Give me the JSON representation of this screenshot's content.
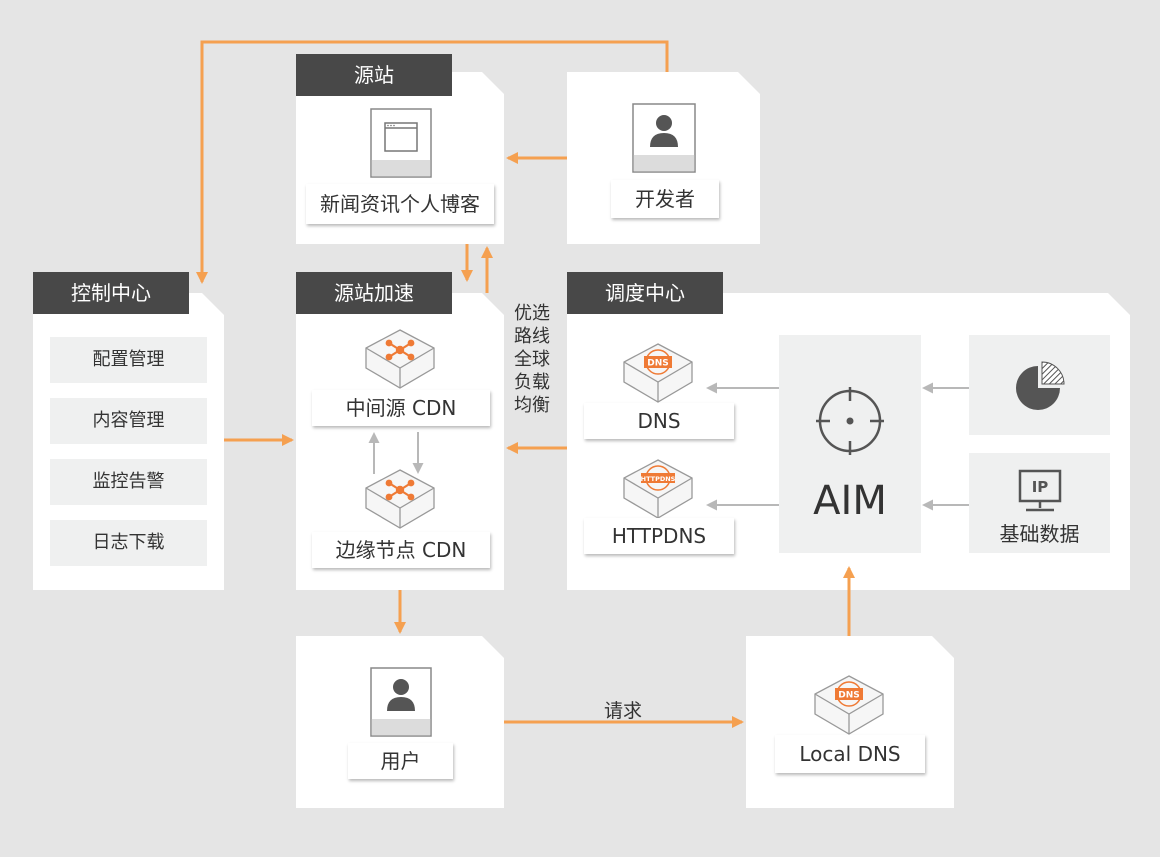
{
  "colors": {
    "arrow_orange": "#f5a050",
    "arrow_gray": "#b8b8b8",
    "tag_bg": "#484848",
    "icon_orange": "#ef7a35"
  },
  "origin": {
    "tag": "源站",
    "site_label": "新闻资讯个人博客",
    "icon": "browser-window-icon"
  },
  "developer": {
    "label": "开发者",
    "icon": "user-avatar-icon"
  },
  "control_center": {
    "tag": "控制中心",
    "items": [
      "配置管理",
      "内容管理",
      "监控告警",
      "日志下载"
    ]
  },
  "acceleration": {
    "tag": "源站加速",
    "middle_cdn": "中间源 CDN",
    "edge_cdn": "边缘节点 CDN",
    "icon": "network-node-icon"
  },
  "routing_note": [
    "优选",
    "路线",
    "全球",
    "负载",
    "均衡"
  ],
  "dispatch_center": {
    "tag": "调度中心",
    "dns_label": "DNS",
    "httpdns_label": "HTTPDNS",
    "aim_label": "AIM",
    "base_data_label": "基础数据",
    "ip_icon_text": "IP",
    "dns_chip_text": "DNS",
    "httpdns_chip_text": "HTTPDNS"
  },
  "user": {
    "label": "用户",
    "icon": "user-avatar-icon"
  },
  "request_label": "请求",
  "local_dns": {
    "label": "Local DNS",
    "chip_text": "DNS"
  }
}
